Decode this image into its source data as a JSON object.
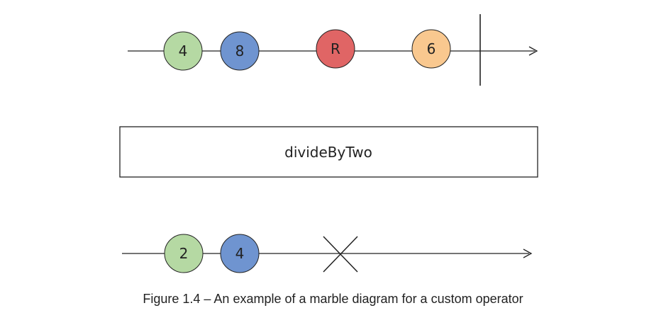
{
  "input_stream": {
    "marbles": [
      {
        "label": "4",
        "color": "#b5d9a3"
      },
      {
        "label": "8",
        "color": "#6f94d0"
      },
      {
        "label": "R",
        "color": "#e06565"
      },
      {
        "label": "6",
        "color": "#f9c88f"
      }
    ],
    "terminator": "completion"
  },
  "operator": {
    "label": "divideByTwo"
  },
  "output_stream": {
    "marbles": [
      {
        "label": "2",
        "color": "#b5d9a3"
      },
      {
        "label": "4",
        "color": "#6f94d0"
      }
    ],
    "terminator": "error"
  },
  "caption": "Figure 1.4 – An example of a marble diagram for a custom operator"
}
